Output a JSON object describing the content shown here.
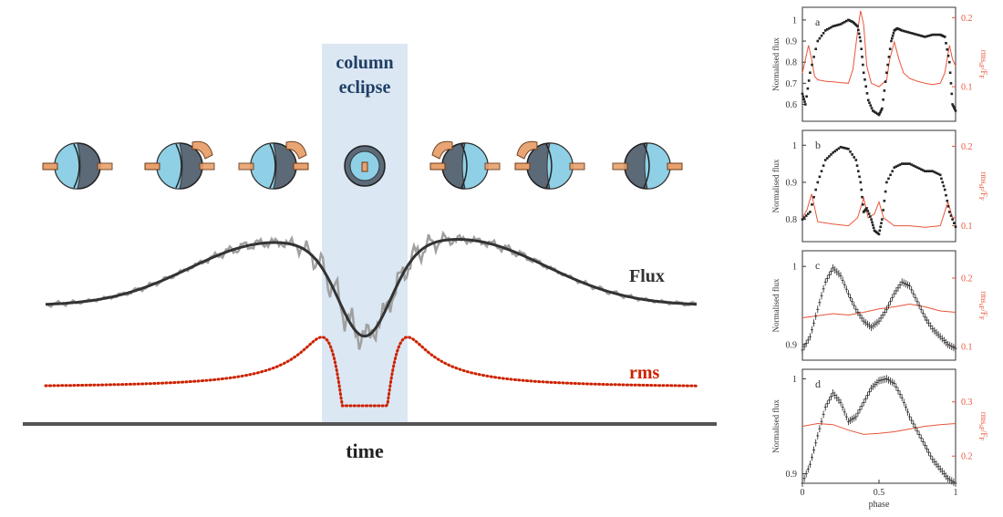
{
  "diagram": {
    "band_label_line1": "column",
    "band_label_line2": "eclipse",
    "flux_label": "Flux",
    "rms_label": "rms",
    "time_label": "time",
    "colors": {
      "band": "#dbe7f3",
      "band_text": "#1f3f66",
      "flux_smooth": "#333333",
      "flux_noisy": "#a0a0a0",
      "rms": "#cc2200",
      "axis": "#555555",
      "star_body": "#5c6a78",
      "star_light": "#8fd0e6",
      "column": "#e8a16c"
    }
  },
  "panels": [
    {
      "letter": "a",
      "y_ticks_left": [
        "1",
        "0.9",
        "0.8",
        "0.7",
        "0.6"
      ],
      "y_ticks_right": [
        "0.2",
        "0.1"
      ]
    },
    {
      "letter": "b",
      "y_ticks_left": [
        "1",
        "0.9",
        "0.8"
      ],
      "y_ticks_right": [
        "0.2",
        "0.1"
      ]
    },
    {
      "letter": "c",
      "y_ticks_left": [
        "1",
        "0.9"
      ],
      "y_ticks_right": [
        "0.2",
        "0.1"
      ]
    },
    {
      "letter": "d",
      "y_ticks_left": [
        "1",
        "0.9"
      ],
      "y_ticks_right": [
        "0.3",
        "0.2"
      ]
    }
  ],
  "panel_axis": {
    "ylabel_left": "Normalised flux",
    "ylabel_right": "rms",
    "ylabel_right_sub": "sF",
    "ylabel_right_end": "/F",
    "ylabel_right_sub2": "F",
    "x_ticks": [
      "0",
      "0.5",
      "1"
    ],
    "xlabel": "phase",
    "colors": {
      "flux": "#222222",
      "rms": "#e8553a"
    }
  },
  "chart_data": [
    {
      "type": "scatter",
      "title": "a",
      "xlabel": "phase",
      "ylabel": "Normalised flux",
      "y2label": "rmssF/F",
      "xlim": [
        0,
        1
      ],
      "ylim": [
        0.52,
        1.06
      ],
      "y2lim": [
        0.05,
        0.215
      ],
      "series": [
        {
          "name": "Normalised flux",
          "x": [
            0.0,
            0.02,
            0.05,
            0.1,
            0.15,
            0.2,
            0.25,
            0.3,
            0.33,
            0.36,
            0.38,
            0.4,
            0.43,
            0.46,
            0.5,
            0.52,
            0.55,
            0.58,
            0.6,
            0.62,
            0.65,
            0.7,
            0.75,
            0.8,
            0.85,
            0.9,
            0.93,
            0.96,
            0.98,
            1.0
          ],
          "y": [
            0.65,
            0.6,
            0.75,
            0.9,
            0.95,
            0.97,
            0.98,
            1.0,
            0.99,
            0.97,
            0.9,
            0.75,
            0.62,
            0.57,
            0.55,
            0.58,
            0.75,
            0.9,
            0.95,
            0.96,
            0.95,
            0.94,
            0.93,
            0.92,
            0.93,
            0.93,
            0.92,
            0.8,
            0.6,
            0.57
          ]
        },
        {
          "name": "rms",
          "x": [
            0.0,
            0.02,
            0.04,
            0.06,
            0.08,
            0.1,
            0.15,
            0.2,
            0.25,
            0.3,
            0.33,
            0.36,
            0.38,
            0.4,
            0.42,
            0.45,
            0.5,
            0.55,
            0.57,
            0.6,
            0.63,
            0.66,
            0.7,
            0.75,
            0.8,
            0.85,
            0.9,
            0.93,
            0.96,
            0.98,
            1.0
          ],
          "y": [
            0.12,
            0.14,
            0.16,
            0.14,
            0.115,
            0.11,
            0.108,
            0.107,
            0.106,
            0.105,
            0.125,
            0.18,
            0.21,
            0.19,
            0.13,
            0.105,
            0.1,
            0.11,
            0.14,
            0.165,
            0.14,
            0.12,
            0.112,
            0.108,
            0.105,
            0.103,
            0.105,
            0.12,
            0.16,
            0.14,
            0.13
          ]
        }
      ]
    },
    {
      "type": "scatter",
      "title": "b",
      "xlabel": "phase",
      "ylabel": "Normalised flux",
      "y2label": "rmssF/F",
      "xlim": [
        0,
        1
      ],
      "ylim": [
        0.74,
        1.04
      ],
      "y2lim": [
        0.08,
        0.22
      ],
      "series": [
        {
          "name": "Normalised flux",
          "x": [
            0.0,
            0.05,
            0.1,
            0.15,
            0.2,
            0.25,
            0.3,
            0.35,
            0.38,
            0.4,
            0.42,
            0.45,
            0.47,
            0.5,
            0.52,
            0.55,
            0.6,
            0.65,
            0.7,
            0.75,
            0.8,
            0.85,
            0.9,
            0.93,
            0.96,
            1.0
          ],
          "y": [
            0.8,
            0.82,
            0.9,
            0.96,
            0.98,
            0.995,
            0.99,
            0.96,
            0.9,
            0.82,
            0.83,
            0.8,
            0.77,
            0.76,
            0.8,
            0.9,
            0.94,
            0.95,
            0.95,
            0.94,
            0.93,
            0.93,
            0.92,
            0.88,
            0.82,
            0.78
          ]
        },
        {
          "name": "rms",
          "x": [
            0.0,
            0.03,
            0.06,
            0.1,
            0.2,
            0.3,
            0.36,
            0.4,
            0.43,
            0.47,
            0.5,
            0.53,
            0.6,
            0.7,
            0.8,
            0.9,
            0.95,
            0.98,
            1.0
          ],
          "y": [
            0.11,
            0.12,
            0.14,
            0.105,
            0.102,
            0.1,
            0.11,
            0.135,
            0.11,
            0.115,
            0.13,
            0.11,
            0.1,
            0.1,
            0.098,
            0.1,
            0.13,
            0.11,
            0.11
          ]
        }
      ]
    },
    {
      "type": "scatter",
      "title": "c",
      "xlabel": "phase",
      "ylabel": "Normalised flux",
      "y2label": "rmssF/F",
      "xlim": [
        0,
        1
      ],
      "ylim": [
        0.88,
        1.02
      ],
      "y2lim": [
        0.08,
        0.24
      ],
      "series": [
        {
          "name": "Normalised flux",
          "x": [
            0.0,
            0.05,
            0.1,
            0.15,
            0.2,
            0.25,
            0.3,
            0.35,
            0.4,
            0.45,
            0.5,
            0.55,
            0.6,
            0.65,
            0.7,
            0.75,
            0.8,
            0.85,
            0.9,
            0.95,
            1.0
          ],
          "y": [
            0.893,
            0.91,
            0.945,
            0.98,
            0.998,
            0.988,
            0.965,
            0.945,
            0.93,
            0.922,
            0.93,
            0.945,
            0.965,
            0.98,
            0.975,
            0.955,
            0.935,
            0.92,
            0.91,
            0.9,
            0.895
          ]
        },
        {
          "name": "rms",
          "x": [
            0.0,
            0.1,
            0.2,
            0.3,
            0.4,
            0.5,
            0.6,
            0.7,
            0.8,
            0.9,
            1.0
          ],
          "y": [
            0.142,
            0.145,
            0.148,
            0.146,
            0.15,
            0.155,
            0.158,
            0.162,
            0.158,
            0.152,
            0.15
          ]
        }
      ]
    },
    {
      "type": "scatter",
      "title": "d",
      "xlabel": "phase",
      "ylabel": "Normalised flux",
      "y2label": "rmssF/F",
      "xlim": [
        0,
        1
      ],
      "ylim": [
        0.89,
        1.01
      ],
      "y2lim": [
        0.15,
        0.36
      ],
      "series": [
        {
          "name": "Normalised flux",
          "x": [
            0.0,
            0.05,
            0.1,
            0.15,
            0.2,
            0.25,
            0.3,
            0.35,
            0.4,
            0.45,
            0.5,
            0.55,
            0.6,
            0.65,
            0.7,
            0.75,
            0.8,
            0.85,
            0.9,
            0.95,
            1.0
          ],
          "y": [
            0.89,
            0.91,
            0.94,
            0.97,
            0.985,
            0.975,
            0.955,
            0.96,
            0.975,
            0.99,
            0.998,
            1.0,
            0.995,
            0.98,
            0.96,
            0.945,
            0.93,
            0.915,
            0.905,
            0.895,
            0.89
          ]
        },
        {
          "name": "rms",
          "x": [
            0.0,
            0.1,
            0.2,
            0.3,
            0.4,
            0.5,
            0.6,
            0.7,
            0.8,
            0.9,
            1.0
          ],
          "y": [
            0.255,
            0.26,
            0.258,
            0.248,
            0.24,
            0.242,
            0.245,
            0.25,
            0.255,
            0.258,
            0.26
          ]
        }
      ]
    }
  ]
}
